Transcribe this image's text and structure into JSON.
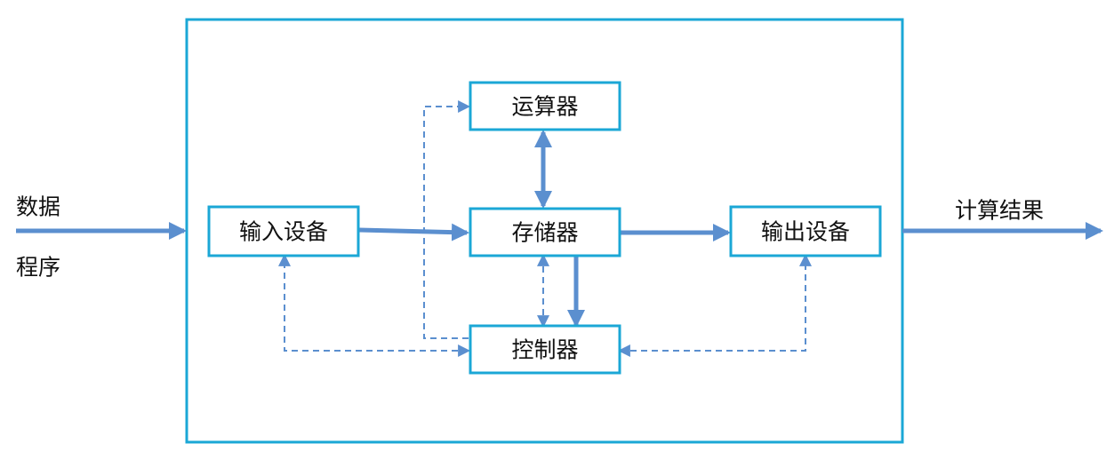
{
  "inputs": {
    "top": "数据",
    "bottom": "程序"
  },
  "output": "计算结果",
  "nodes": {
    "alu": "运算器",
    "memory": "存储器",
    "input_device": "输入设备",
    "output_device": "输出设备",
    "controller": "控制器"
  },
  "colors": {
    "box_border": "#1ba7d6",
    "arrow": "#5b8fcf",
    "text": "#111111"
  }
}
